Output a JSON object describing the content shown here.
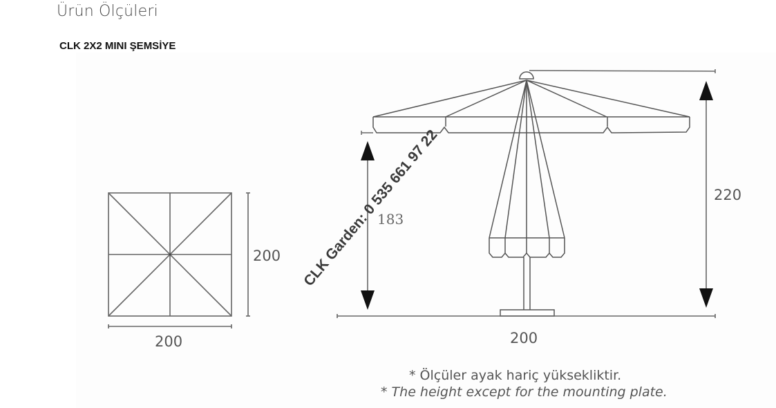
{
  "header": {
    "title": "Ürün Ölçüleri",
    "product_name": "CLK 2X2 MINI ŞEMSİYE"
  },
  "diagram": {
    "top_view": {
      "width_label": "200",
      "height_label": "200"
    },
    "side_view": {
      "canopy_bottom_height_label": "183",
      "total_height_label": "220",
      "width_label": "200"
    },
    "watermark": "CLK Garden: 0 535 661 97 22",
    "notes": {
      "turkish": "* Ölçüler ayak hariç yüksekliktir.",
      "english": "* The height except for the mounting plate."
    },
    "colors": {
      "line": "#555555",
      "arrow": "#111111",
      "text": "#555555"
    }
  }
}
